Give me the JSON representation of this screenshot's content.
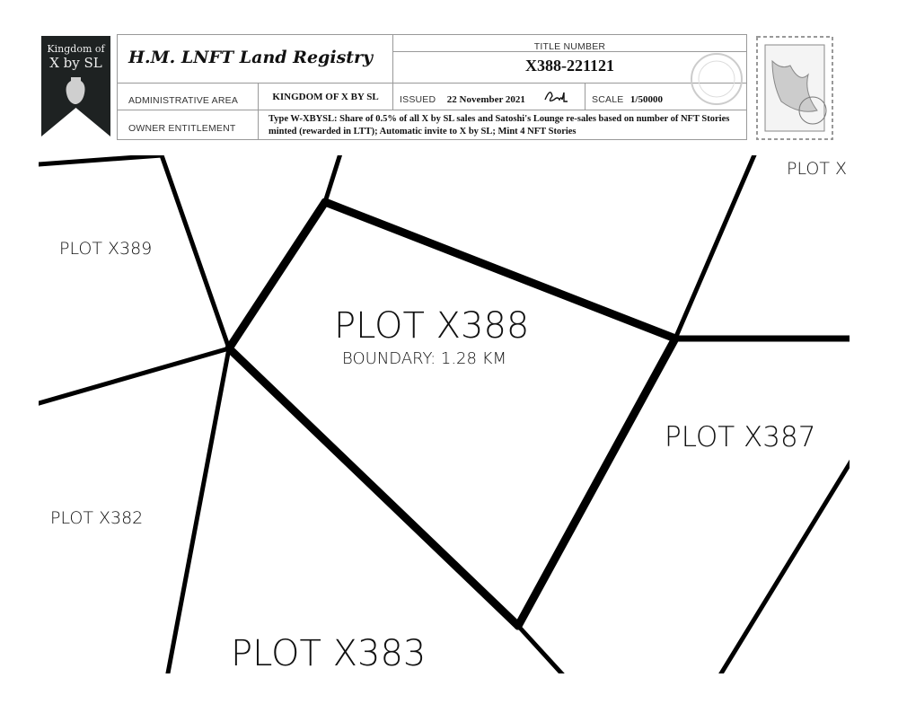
{
  "badge": {
    "line1": "Kingdom of",
    "line2": "X by SL"
  },
  "header": {
    "title": "H.M. LNFT Land Registry",
    "title_number_label": "TITLE NUMBER",
    "title_number": "X388-221121",
    "admin_area_label": "ADMINISTRATIVE AREA",
    "admin_area": "KINGDOM OF X BY SL",
    "issued_label": "ISSUED",
    "issued": "22 November 2021",
    "scale_label": "SCALE",
    "scale": "1/50000",
    "entitlement_label": "OWNER ENTITLEMENT",
    "entitlement": "Type W-XBYSL: Share of 0.5% of all X by SL sales and Satoshi's Lounge re-sales based on number of NFT Stories minted (rewarded in LTT); Automatic invite to X by SL; Mint 4 NFT Stories"
  },
  "map": {
    "main_plot": "PLOT X388",
    "boundary": "BOUNDARY: 1.28 KM",
    "neighbors": [
      "PLOT X389",
      "PLOT X387",
      "PLOT X382",
      "PLOT X383",
      "PLOT X"
    ]
  }
}
